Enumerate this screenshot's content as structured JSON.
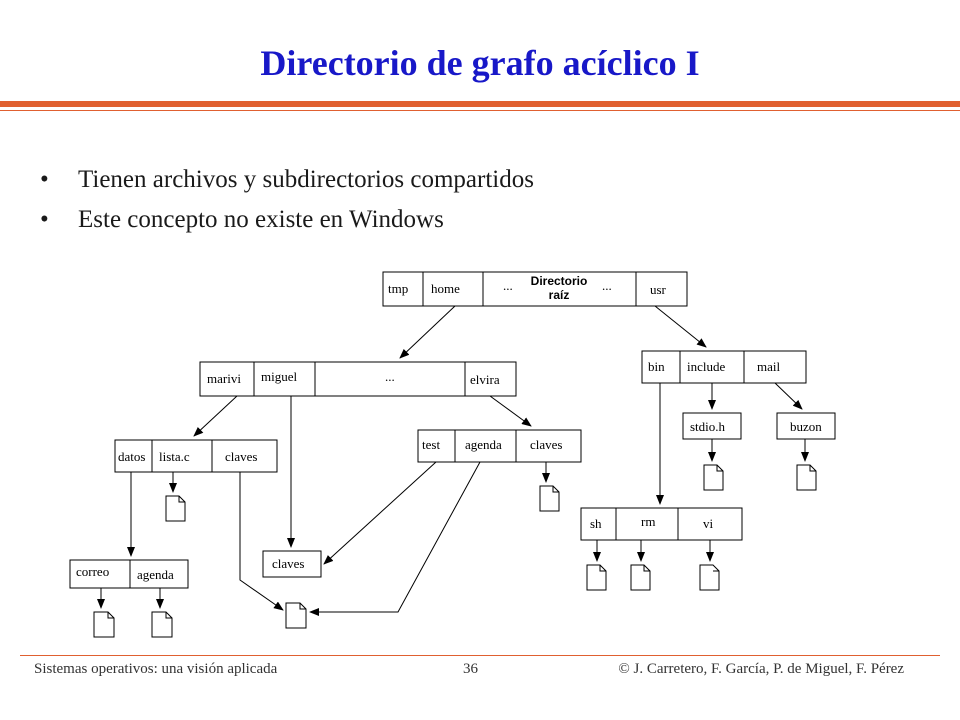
{
  "slide": {
    "title": "Directorio de grafo acíclico I",
    "bullets": [
      "Tienen archivos y subdirectorios compartidos",
      "Este concepto no existe en Windows"
    ]
  },
  "diagram": {
    "root": [
      "tmp",
      "home",
      "...",
      "Directorio",
      "raíz",
      "...",
      "usr"
    ],
    "home": [
      "marivi",
      "miguel",
      "...",
      "elvira"
    ],
    "marivi": [
      "datos",
      "lista.c",
      "claves"
    ],
    "datos": [
      "correo",
      "agenda"
    ],
    "miguel_claves": "claves",
    "elvira": [
      "test",
      "agenda",
      "claves"
    ],
    "usr": [
      "bin",
      "include",
      "mail"
    ],
    "include": "stdio.h",
    "mail": "buzon",
    "bin": [
      "sh",
      "rm",
      "vi"
    ]
  },
  "footer": {
    "left": "Sistemas operativos: una visión aplicada",
    "page": "36",
    "right": "© J. Carretero, F. García, P. de Miguel, F. Pérez"
  },
  "colors": {
    "title": "#1818c8",
    "rule": "#e06030"
  }
}
